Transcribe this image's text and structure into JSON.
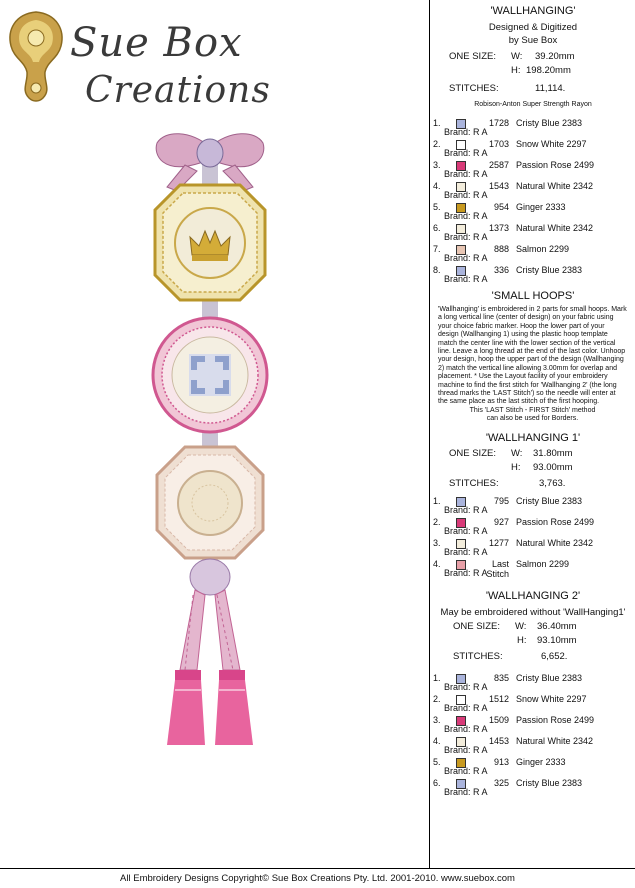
{
  "logo": {
    "line1": "Sue Box",
    "line2": "Creations"
  },
  "main": {
    "title": "'WALLHANGING'",
    "designed": "Designed & Digitized",
    "by": "by Sue Box",
    "size_label": "ONE SIZE:",
    "w_label": "W:",
    "w": "39.20mm",
    "h_label": "H:",
    "h": "198.20mm",
    "stitches_label": "STITCHES:",
    "stitches": "11,114.",
    "thread": "Robison-Anton Super Strength Rayon",
    "colors": [
      {
        "n": "1.",
        "color": "#aab4dc",
        "stitches": "1728",
        "name": "Cristy Blue 2383",
        "brand": "Brand: R A"
      },
      {
        "n": "2.",
        "color": "#ffffff",
        "stitches": "1703",
        "name": "Snow White 2297",
        "brand": "Brand: R A"
      },
      {
        "n": "3.",
        "color": "#d83a78",
        "stitches": "2587",
        "name": "Passion Rose 2499",
        "brand": "Brand: R A"
      },
      {
        "n": "4.",
        "color": "#f3eddc",
        "stitches": "1543",
        "name": "Natural White 2342",
        "brand": "Brand: R A"
      },
      {
        "n": "5.",
        "color": "#c89a20",
        "stitches": "954",
        "name": "Ginger 2333",
        "brand": "Brand: R A"
      },
      {
        "n": "6.",
        "color": "#f3eddc",
        "stitches": "1373",
        "name": "Natural White 2342",
        "brand": "Brand: R A"
      },
      {
        "n": "7.",
        "color": "#e8c6b4",
        "stitches": "888",
        "name": "Salmon 2299",
        "brand": "Brand: R A"
      },
      {
        "n": "8.",
        "color": "#aab4dc",
        "stitches": "336",
        "name": "Cristy Blue 2383",
        "brand": "Brand: R A"
      }
    ]
  },
  "small_hoops": {
    "title": "'SMALL HOOPS'",
    "text": "'Wallhanging' is embroidered in 2 parts for small hoops. Mark a long vertical line (center of design) on your fabric using your choice fabric marker. Hoop the lower part of your design (Wallhanging 1) using the plastic hoop template match the center line with the lower section of the vertical line. Leave a long thread at the end of the last color. Unhoop your design, hoop the upper part of the design (Wallhanging 2) match the vertical line allowing 3.00mm for overlap and placement. * Use the Layout facility of your embroidery machine to find the first stitch for 'Wallhanging 2' (the long thread marks the 'LAST Stitch') so the needle will enter at the same place as the last stitch of the first hooping.",
    "note1": "This 'LAST Stitch - FIRST Stitch' method",
    "note2": "can also be used for Borders."
  },
  "wh1": {
    "title": "'WALLHANGING 1'",
    "size_label": "ONE SIZE:",
    "w_label": "W:",
    "w": "31.80mm",
    "h_label": "H:",
    "h": "93.00mm",
    "stitches_label": "STITCHES:",
    "stitches": "3,763.",
    "colors": [
      {
        "n": "1.",
        "color": "#aab4dc",
        "stitches": "795",
        "name": "Cristy Blue 2383",
        "brand": "Brand: R A"
      },
      {
        "n": "2.",
        "color": "#d83a78",
        "stitches": "927",
        "name": "Passion Rose 2499",
        "brand": "Brand: R A"
      },
      {
        "n": "3.",
        "color": "#f3eddc",
        "stitches": "1277",
        "name": "Natural White 2342",
        "brand": "Brand: R A"
      },
      {
        "n": "4.",
        "color": "#e8a0a8",
        "stitches": "Last Stitch",
        "name": "Salmon 2299",
        "brand": "Brand: R A"
      }
    ]
  },
  "wh2": {
    "title": "'WALLHANGING 2'",
    "note": "May be embroidered without 'WallHanging1'",
    "size_label": "ONE SIZE:",
    "w_label": "W:",
    "w": "36.40mm",
    "h_label": "H:",
    "h": "93.10mm",
    "stitches_label": "STITCHES:",
    "stitches": "6,652.",
    "colors": [
      {
        "n": "1.",
        "color": "#aab4dc",
        "stitches": "835",
        "name": "Cristy Blue 2383",
        "brand": "Brand: R A"
      },
      {
        "n": "2.",
        "color": "#ffffff",
        "stitches": "1512",
        "name": "Snow White 2297",
        "brand": "Brand: R A"
      },
      {
        "n": "3.",
        "color": "#d83a78",
        "stitches": "1509",
        "name": "Passion Rose 2499",
        "brand": "Brand: R A"
      },
      {
        "n": "4.",
        "color": "#f3eddc",
        "stitches": "1453",
        "name": "Natural White 2342",
        "brand": "Brand: R A"
      },
      {
        "n": "5.",
        "color": "#c89a20",
        "stitches": "913",
        "name": "Ginger 2333",
        "brand": "Brand: R A"
      },
      {
        "n": "6.",
        "color": "#aab4dc",
        "stitches": "325",
        "name": "Cristy Blue 2383",
        "brand": "Brand: R A"
      }
    ]
  },
  "footer": "All Embroidery Designs Copyright© Sue Box Creations Pty. Ltd. 2001-2010. www.suebox.com"
}
